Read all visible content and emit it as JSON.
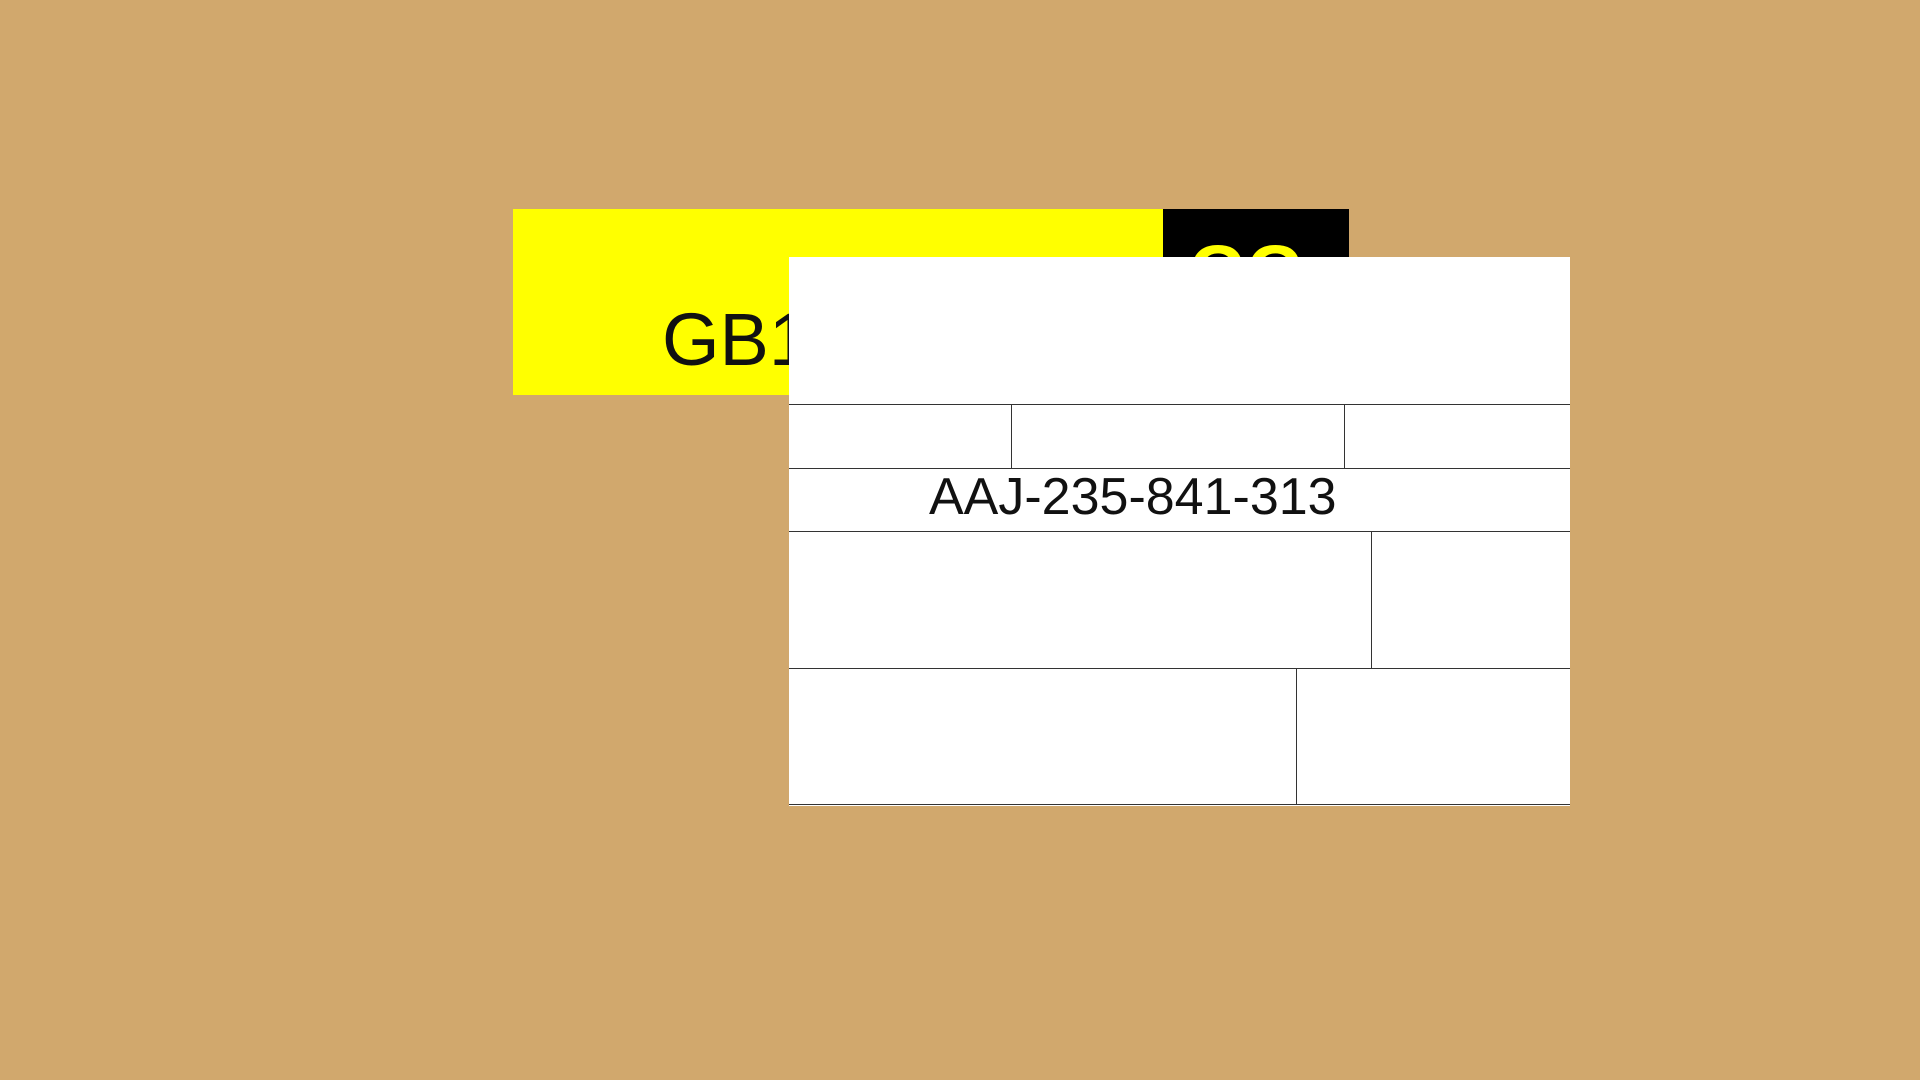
{
  "yellow_label": {
    "code_text": "GB1",
    "corner_text": "GG",
    "background_color": "#FFFF00",
    "corner_color": "#000000"
  },
  "white_label": {
    "tracking_number": "AAJ-235-841-313"
  },
  "colors": {
    "page_background": "#D1A86D",
    "label_background": "#FFFFFF"
  }
}
